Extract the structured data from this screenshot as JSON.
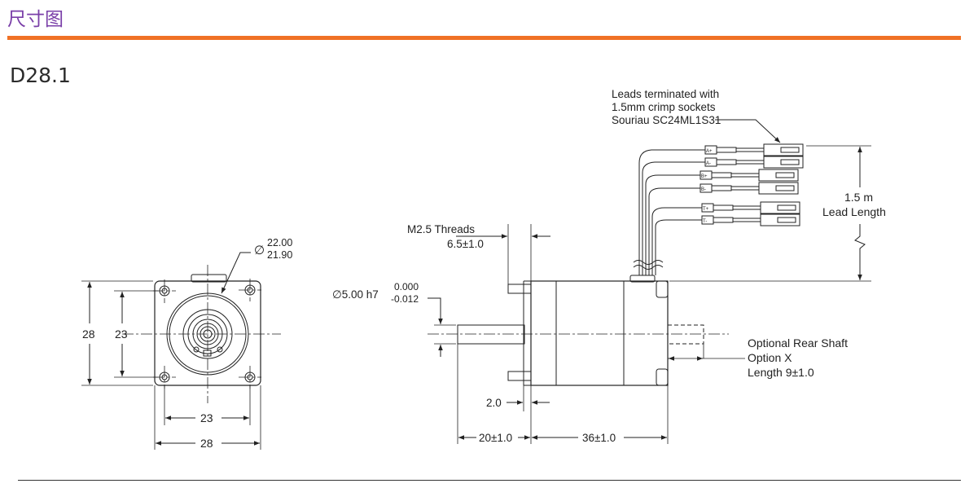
{
  "header": {
    "section_title": "尺寸图",
    "accent_color": "#f07125",
    "title_color": "#7a3fa8"
  },
  "model": "D28.1",
  "front_view": {
    "bore_dia_max": "22.00",
    "bore_dia_min": "21.90",
    "dia_symbol": "∅",
    "height_outer": "28",
    "height_inner": "23",
    "width_inner": "23",
    "width_outer": "28"
  },
  "side_view": {
    "threads_label": "M2.5 Threads",
    "threads_depth": "6.5±1.0",
    "shaft_dia": "∅5.00 h7",
    "shaft_tol_upper": "0.000",
    "shaft_tol_lower": "-0.012",
    "flange_thickness": "2.0",
    "shaft_length": "20±1.0",
    "body_length": "36±1.0",
    "leads_note_line1": "Leads terminated with",
    "leads_note_line2": "1.5mm crimp sockets",
    "leads_note_line3": "Souriau SC24ML1S31",
    "lead_length_value": "1.5 m",
    "lead_length_label": "Lead Length",
    "rear_shaft_line1": "Optional Rear Shaft",
    "rear_shaft_line2": "Option X",
    "rear_shaft_line3": "Length 9±1.0",
    "lead_tags": [
      "A+",
      "A-",
      "B+",
      "B-",
      "T+",
      "T-"
    ]
  }
}
